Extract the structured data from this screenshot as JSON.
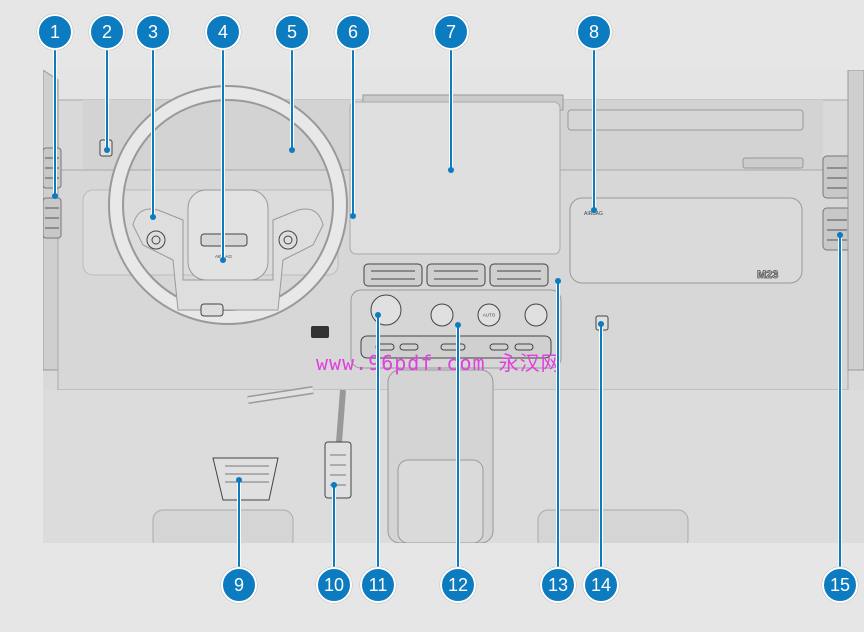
{
  "diagram": {
    "title": "Dashboard overview",
    "labels": {
      "airbag_steering": "AIRBAG",
      "airbag_passenger": "AIRBAG",
      "logo_text": "M23",
      "climate_auto": "AUTO",
      "watermark": "www.96pdf.com 永汉网"
    },
    "callouts": [
      {
        "number": "1"
      },
      {
        "number": "2"
      },
      {
        "number": "3"
      },
      {
        "number": "4"
      },
      {
        "number": "5"
      },
      {
        "number": "6"
      },
      {
        "number": "7"
      },
      {
        "number": "8"
      },
      {
        "number": "9"
      },
      {
        "number": "10"
      },
      {
        "number": "11"
      },
      {
        "number": "12"
      },
      {
        "number": "13"
      },
      {
        "number": "14"
      },
      {
        "number": "15"
      }
    ],
    "colors": {
      "callout": "#0c7bc0",
      "background": "#e6e6e6",
      "scene": "#d9d9d9"
    }
  }
}
